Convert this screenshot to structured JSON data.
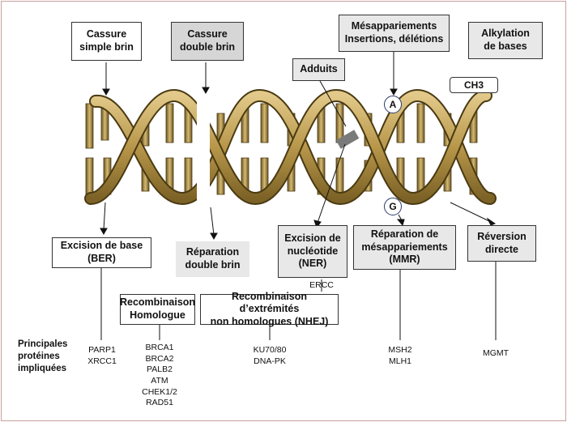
{
  "boxes": {
    "cassure_simple": "Cassure\nsimple brin",
    "cassure_double": "Cassure\ndouble brin",
    "adduits": "Adduits",
    "mesappariements": "Mésappariements\nInsertions, délétions",
    "alkylation": "Alkylation\nde bases",
    "ch3": "CH3",
    "excision_base": "Excision de base\n(BER)",
    "reparation_double": "Réparation\ndouble brin",
    "excision_nucleotide": "Excision de\nnucléotide\n(NER)",
    "reparation_mesapp": "Réparation de\nmésappariements\n(MMR)",
    "reversion": "Réversion\ndirecte",
    "recombinaison_homologue": "Recombinaison\nHomologue",
    "recombinaison_nhej": "Recombinaison d’extrémités\nnon homologues (NHEJ)"
  },
  "bases": {
    "top": "A",
    "bottom": "G"
  },
  "proteins": {
    "ercc": "ERCC",
    "ber": "PARP1\nXRCC1",
    "homologue": "BRCA1\nBRCA2\nPALB2\nATM\nCHEK1/2\nRAD51",
    "nhej": "KU70/80\nDNA-PK",
    "mmr": "MSH2\nMLH1",
    "reversion": "MGMT"
  },
  "row_label": "Principales\nprotéines\nimpliquées",
  "colors": {
    "helix_gold": "#b8974a",
    "helix_dark": "#5e4a1c",
    "box_grey": "#e8e8e8",
    "frame": "#c9a0a0"
  }
}
